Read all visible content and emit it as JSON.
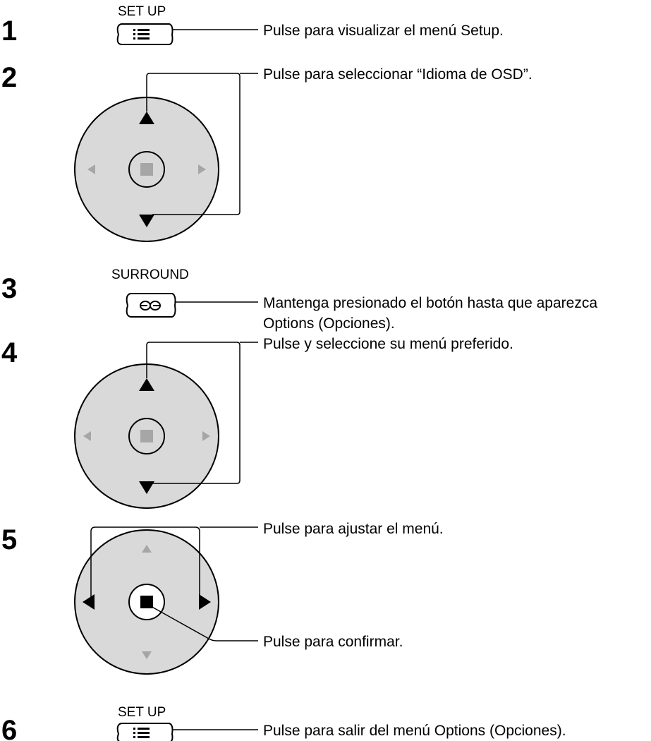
{
  "steps": [
    {
      "number": "1",
      "button_label": "SET UP",
      "text": "Pulse para visualizar el menú Setup."
    },
    {
      "number": "2",
      "text": "Pulse para seleccionar “Idioma de OSD”."
    },
    {
      "number": "3",
      "button_label": "SURROUND",
      "text_line1": "Mantenga presionado el botón hasta que aparezca",
      "text_line2": "Options (Opciones)."
    },
    {
      "number": "4",
      "text": "Pulse y seleccione su menú preferido."
    },
    {
      "number": "5",
      "text_adjust": "Pulse para ajustar el menú.",
      "text_confirm": "Pulse para confirmar."
    },
    {
      "number": "6",
      "button_label": "SET UP",
      "text": "Pulse para salir del menú Options (Opciones)."
    }
  ],
  "icons": {
    "setup": "list-icon",
    "surround": "surround-icon",
    "dpad": "directional-pad"
  },
  "colors": {
    "pad_fill": "#d9d9d9",
    "line": "#000000"
  }
}
